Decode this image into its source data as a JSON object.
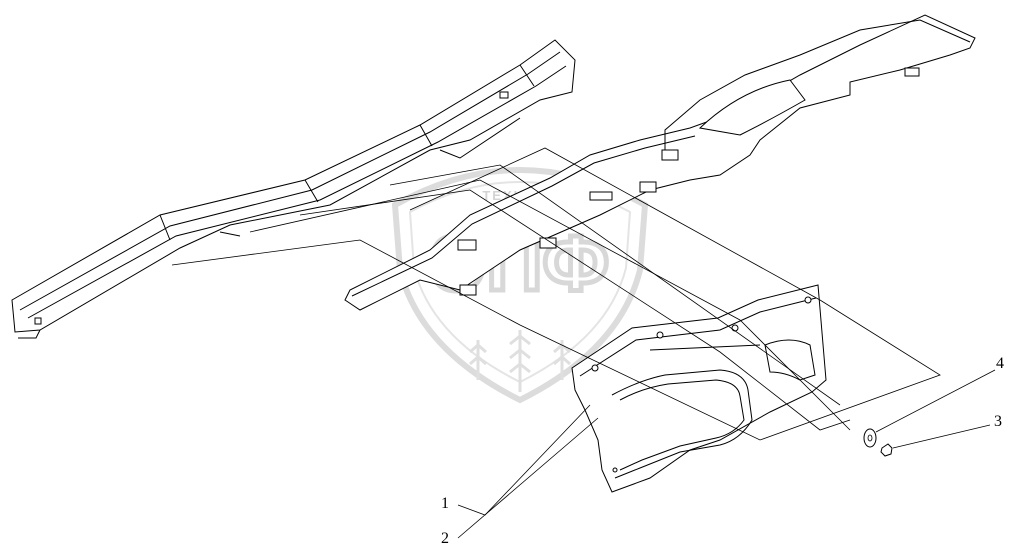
{
  "watermark": {
    "top_text": "ТЕХНИКА",
    "main_text": "ЭПФ",
    "color": "#d6d6d6"
  },
  "callouts": [
    {
      "id": "1",
      "label": "1"
    },
    {
      "id": "2",
      "label": "2"
    },
    {
      "id": "3",
      "label": "3"
    },
    {
      "id": "4",
      "label": "4"
    }
  ],
  "colors": {
    "line": "#000000",
    "fill": "#ffffff",
    "shade": "#e8e8e8"
  }
}
